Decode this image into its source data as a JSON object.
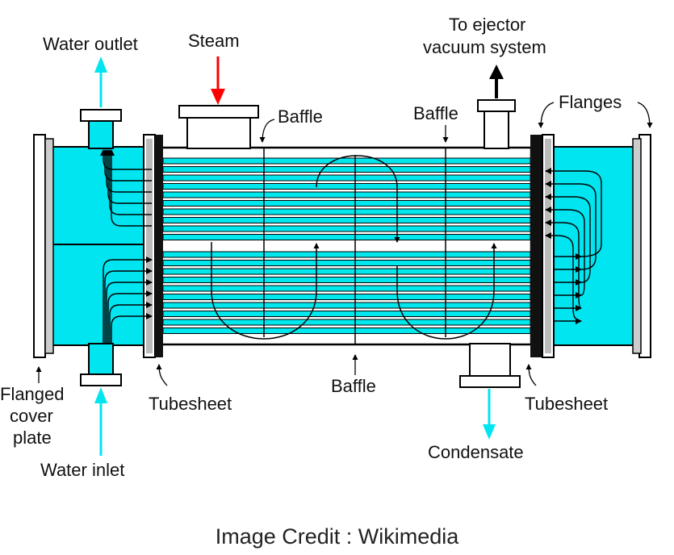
{
  "labels": {
    "water_outlet": "Water outlet",
    "steam": "Steam",
    "ejector_line1": "To ejector",
    "ejector_line2": "vacuum system",
    "baffle_left": "Baffle",
    "baffle_right": "Baffle",
    "baffle_bottom": "Baffle",
    "flanges": "Flanges",
    "flanged_line1": "Flanged",
    "flanged_line2": "cover",
    "flanged_line3": "plate",
    "tubesheet_left": "Tubesheet",
    "tubesheet_right": "Tubesheet",
    "water_inlet": "Water inlet",
    "condensate": "Condensate"
  },
  "credit": "Image Credit : Wikimedia",
  "colors": {
    "water": "#00e5f0",
    "tube": "#00e8ee",
    "steam_arrow": "#ff0000",
    "outline": "#000000",
    "tubesheet": "#111111"
  },
  "icons": {
    "steam_arrow": "arrow-down",
    "ejector_arrow": "arrow-up",
    "water_outlet_arrow": "arrow-up",
    "water_inlet_arrow": "arrow-up",
    "condensate_arrow": "arrow-down"
  }
}
